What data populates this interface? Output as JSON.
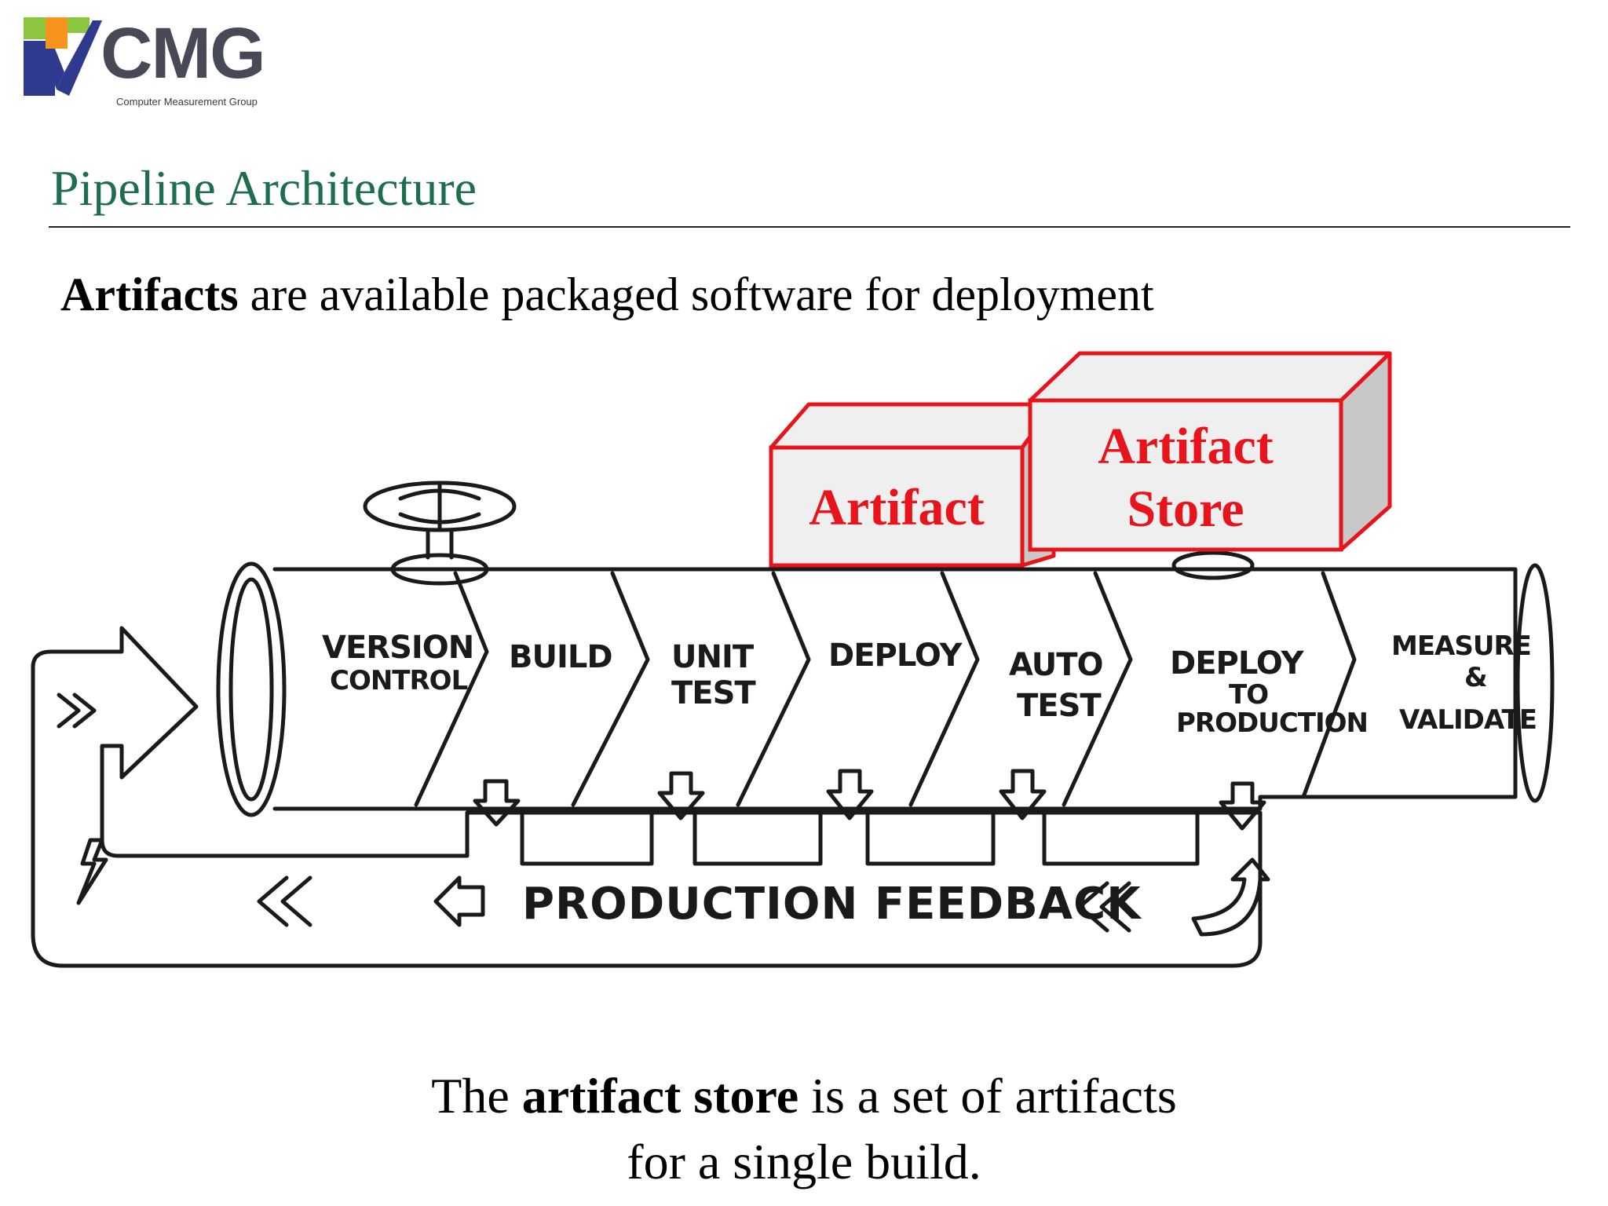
{
  "logo": {
    "brand": "CMG",
    "tagline": "Computer Measurement Group"
  },
  "slide": {
    "title": "Pipeline Architecture",
    "lead_bold": "Artifacts",
    "lead_rest": " are available packaged software for deployment"
  },
  "pipeline": {
    "stages": [
      {
        "line1": "VERSION",
        "line2": "CONTROL"
      },
      {
        "line1": "BUILD",
        "line2": ""
      },
      {
        "line1": "UNIT",
        "line2": "TEST"
      },
      {
        "line1": "DEPLOY",
        "line2": ""
      },
      {
        "line1": "AUTO",
        "line2": "TEST"
      },
      {
        "line1": "DEPLOY",
        "line2": "TO",
        "line3": "PRODUCTION"
      },
      {
        "line1": "MEASURE",
        "line2": "&",
        "line3": "VALIDATE"
      }
    ],
    "feedback_label": "PRODUCTION FEEDBACK",
    "artifact_box": {
      "label": "Artifact"
    },
    "store_box": {
      "line1": "Artifact",
      "line2": "Store"
    },
    "colors": {
      "box_border": "#e8141c",
      "box_text": "#e8141c",
      "box_fill": "#efefef",
      "box_side": "#c8c8c8",
      "title": "#1e6e4e"
    }
  },
  "caption": {
    "pre": "The ",
    "bold": "artifact store",
    "post": " is a set of artifacts",
    "line2": "for a single build."
  }
}
